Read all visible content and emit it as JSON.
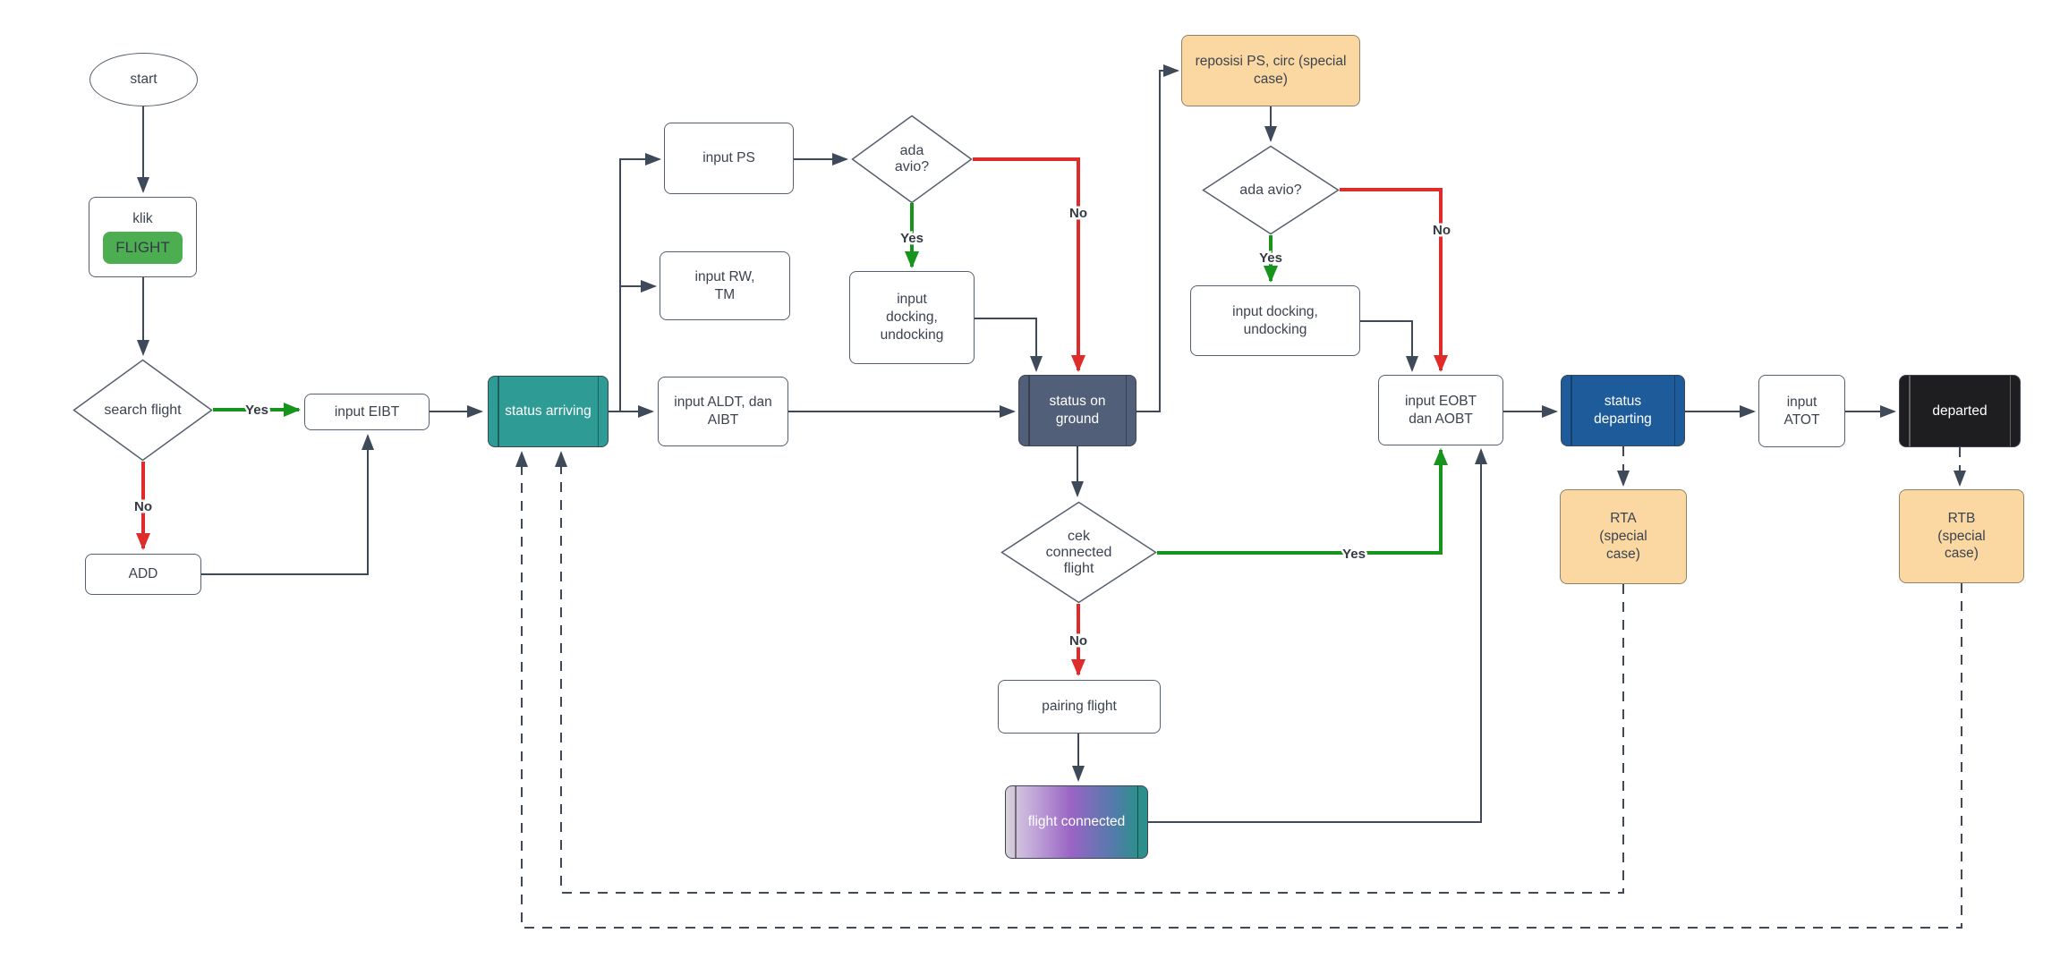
{
  "diagram": {
    "description": "Flight status handling flowchart (arriving / on ground / departing / departed)",
    "labels": {
      "yes": "Yes",
      "no": "No"
    },
    "nodes": {
      "start": {
        "label": "start",
        "type": "terminator"
      },
      "klik_flight": {
        "label": "klik",
        "button": "FLIGHT",
        "type": "process"
      },
      "search_flight": {
        "label": "search flight",
        "type": "decision"
      },
      "input_eibt": {
        "label": "input EIBT",
        "type": "process"
      },
      "add": {
        "label": "ADD",
        "type": "process"
      },
      "status_arriving": {
        "label": "status arriving",
        "type": "predefined-process"
      },
      "input_ps": {
        "label": "input PS",
        "type": "process"
      },
      "input_rw_tm": {
        "label": "input RW, TM",
        "type": "process"
      },
      "input_aldt_aibt": {
        "label": "input ALDT, dan AIBT",
        "type": "process"
      },
      "ada_avio_1": {
        "label": "ada avio?",
        "type": "decision"
      },
      "input_docking_1": {
        "label": "input docking, undocking",
        "type": "process"
      },
      "status_on_ground": {
        "label": "status on ground",
        "type": "predefined-process"
      },
      "reposisi_ps": {
        "label": "reposisi PS, circ (special case)",
        "type": "special-case"
      },
      "ada_avio_2": {
        "label": "ada avio?",
        "type": "decision"
      },
      "input_docking_2": {
        "label": "input docking, undocking",
        "type": "process"
      },
      "cek_connected_flight": {
        "label": "cek connected flight",
        "type": "decision"
      },
      "pairing_flight": {
        "label": "pairing flight",
        "type": "process"
      },
      "flight_connected": {
        "label": "flight connected",
        "type": "predefined-process"
      },
      "input_eobt_aobt": {
        "label": "input EOBT dan AOBT",
        "type": "process"
      },
      "status_departing": {
        "label": "status departing",
        "type": "predefined-process"
      },
      "rta": {
        "label": "RTA (special case)",
        "type": "special-case"
      },
      "input_atot": {
        "label": "input ATOT",
        "type": "process"
      },
      "departed": {
        "label": "departed",
        "type": "predefined-process"
      },
      "rtb": {
        "label": "RTB (special case)",
        "type": "special-case"
      }
    },
    "colors": {
      "line": "#3e4a59",
      "yes_green": "#16941c",
      "no_red": "#e02b2b",
      "arriving_teal": "#2e9c95",
      "on_ground_slate": "#515f78",
      "departing_blue": "#1d5b9b",
      "departed_black": "#1e1e20",
      "special_case_orange": "#fbd8a2",
      "flight_button_green": "#4cae50",
      "connected_gradient": [
        "#d8d3d9",
        "#9a64c5",
        "#2d8f8c"
      ]
    }
  }
}
